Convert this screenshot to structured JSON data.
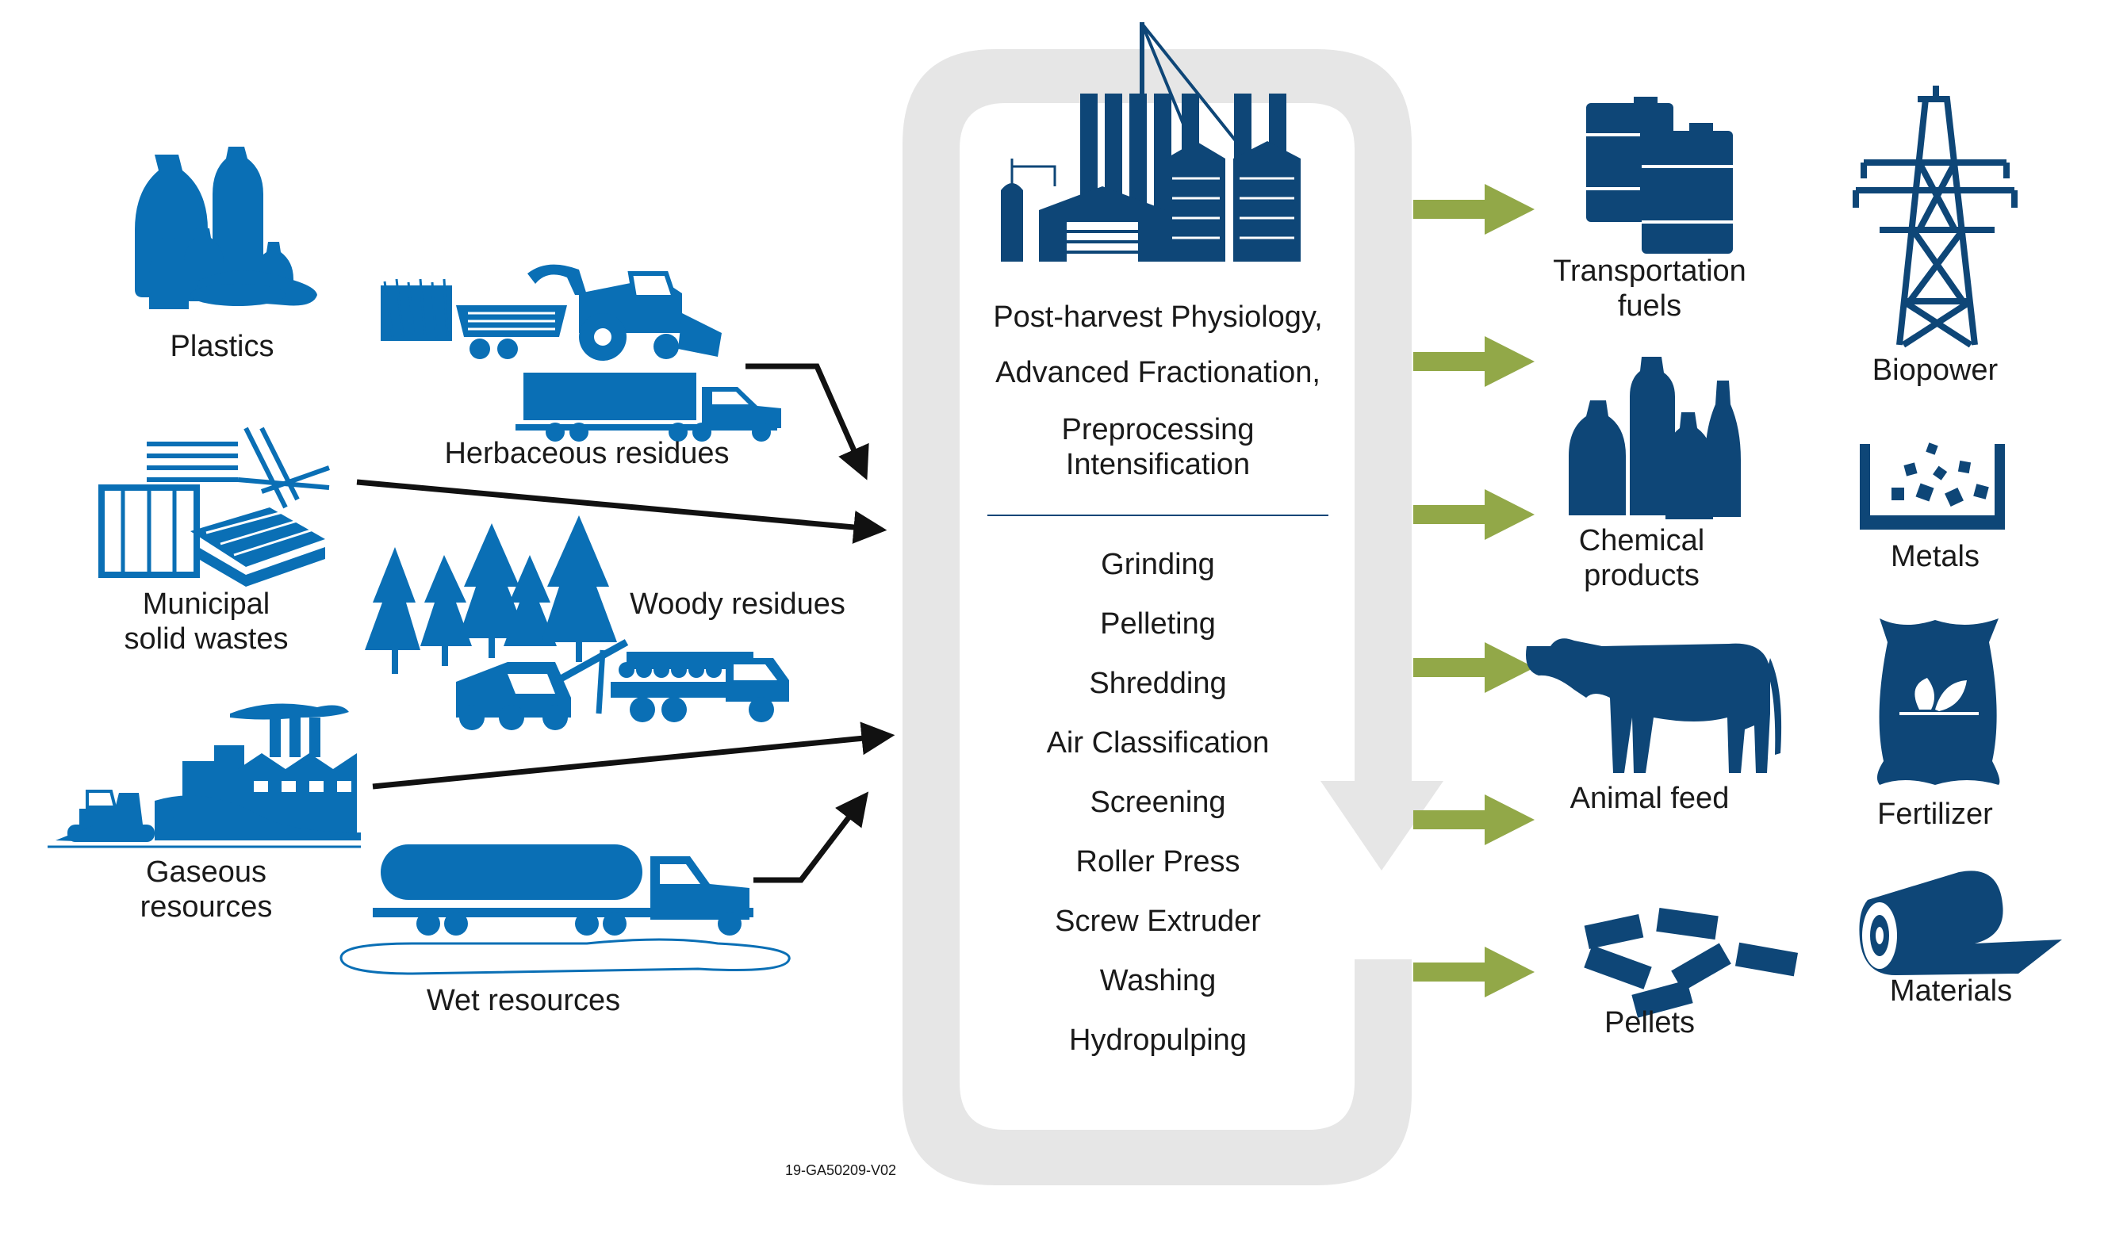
{
  "colors": {
    "blue": "#0a6fb5",
    "navy": "#0e4677",
    "green": "#92a848",
    "loop_gray": "#e6e6e6",
    "arrow_black": "#111111"
  },
  "icons": {
    "inputs": [
      "bottles-icon",
      "combine-harvester-icon",
      "truck-icon",
      "pallets-icon",
      "forest-icon",
      "log-truck-icon",
      "factory-bulldozer-icon",
      "tanker-truck-icon"
    ],
    "outputs": [
      "fuel-barrels-icon",
      "power-tower-icon",
      "chemical-bottles-icon",
      "metals-bin-icon",
      "cow-icon",
      "fertilizer-bag-icon",
      "pellets-icon",
      "material-roll-icon"
    ],
    "center": "biorefinery-plant-icon"
  },
  "inputs": {
    "plastics": "Plastics",
    "herbaceous": "Herbaceous residues",
    "municipal": "Municipal\nsolid wastes",
    "woody": "Woody residues",
    "gaseous": "Gaseous\nresources",
    "wet": "Wet resources"
  },
  "center": {
    "heading_lines": [
      "Post-harvest Physiology,",
      "Advanced Fractionation,",
      "Preprocessing",
      "Intensification"
    ],
    "steps": [
      "Grinding",
      "Pelleting",
      "Shredding",
      "Air Classification",
      "Screening",
      "Roller Press",
      "Screw Extruder",
      "Washing",
      "Hydropulping"
    ]
  },
  "outputs": {
    "transportation_fuels": "Transportation\nfuels",
    "biopower": "Biopower",
    "chemical_products": "Chemical\nproducts",
    "metals": "Metals",
    "animal_feed": "Animal feed",
    "fertilizer": "Fertilizer",
    "pellets": "Pellets",
    "materials": "Materials"
  },
  "code": "19-GA50209-V02"
}
